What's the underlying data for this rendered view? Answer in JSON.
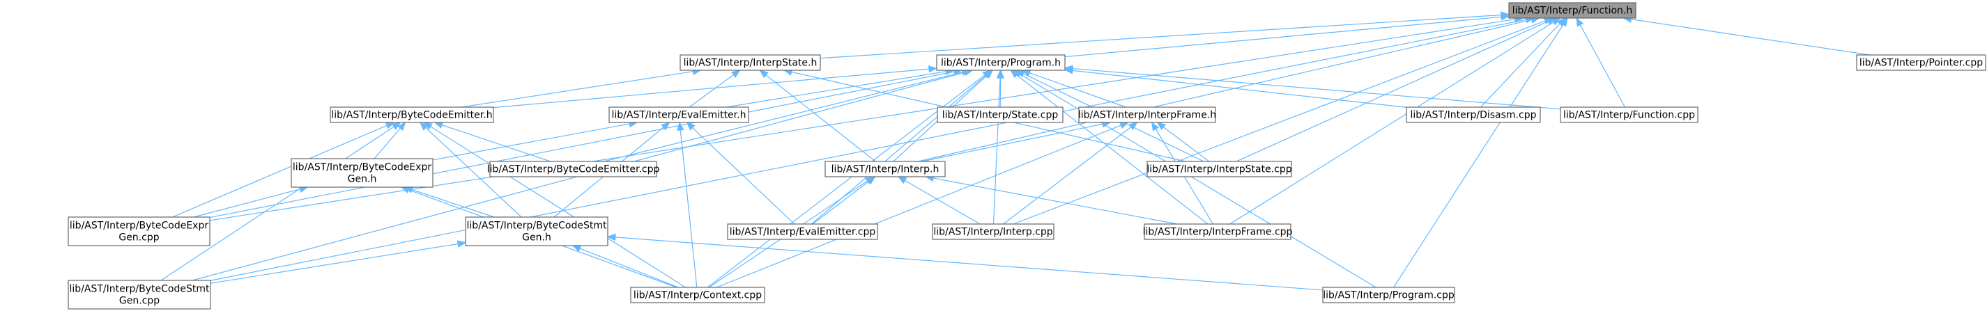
{
  "graph": {
    "nodes": [
      {
        "id": "function_h",
        "lines": [
          "lib/AST/Interp/Function.h"
        ],
        "root": true
      },
      {
        "id": "interpstate_h",
        "lines": [
          "lib/AST/Interp/InterpState.h"
        ]
      },
      {
        "id": "program_h",
        "lines": [
          "lib/AST/Interp/Program.h"
        ]
      },
      {
        "id": "pointer_cpp",
        "lines": [
          "lib/AST/Interp/Pointer.cpp"
        ]
      },
      {
        "id": "bytecodeemitter_h",
        "lines": [
          "lib/AST/Interp/ByteCodeEmitter.h"
        ]
      },
      {
        "id": "evalemitter_h",
        "lines": [
          "lib/AST/Interp/EvalEmitter.h"
        ]
      },
      {
        "id": "state_cpp",
        "lines": [
          "lib/AST/Interp/State.cpp"
        ]
      },
      {
        "id": "interpframe_h",
        "lines": [
          "lib/AST/Interp/InterpFrame.h"
        ]
      },
      {
        "id": "disasm_cpp",
        "lines": [
          "lib/AST/Interp/Disasm.cpp"
        ]
      },
      {
        "id": "function_cpp",
        "lines": [
          "lib/AST/Interp/Function.cpp"
        ]
      },
      {
        "id": "bytecodeexprgen_h",
        "lines": [
          "lib/AST/Interp/ByteCodeExpr",
          "Gen.h"
        ]
      },
      {
        "id": "bytecodeemitter_cpp",
        "lines": [
          "lib/AST/Interp/ByteCodeEmitter.cpp"
        ]
      },
      {
        "id": "interp_h",
        "lines": [
          "lib/AST/Interp/Interp.h"
        ]
      },
      {
        "id": "interpstate_cpp",
        "lines": [
          "lib/AST/Interp/InterpState.cpp"
        ]
      },
      {
        "id": "bytecodeexprgen_cpp",
        "lines": [
          "lib/AST/Interp/ByteCodeExpr",
          "Gen.cpp"
        ]
      },
      {
        "id": "bytecodestmtgen_h",
        "lines": [
          "lib/AST/Interp/ByteCodeStmt",
          "Gen.h"
        ]
      },
      {
        "id": "evalemitter_cpp",
        "lines": [
          "lib/AST/Interp/EvalEmitter.cpp"
        ]
      },
      {
        "id": "interp_cpp",
        "lines": [
          "lib/AST/Interp/Interp.cpp"
        ]
      },
      {
        "id": "interpframe_cpp",
        "lines": [
          "lib/AST/Interp/InterpFrame.cpp"
        ]
      },
      {
        "id": "bytecodestmtgen_cpp",
        "lines": [
          "lib/AST/Interp/ByteCodeStmt",
          "Gen.cpp"
        ]
      },
      {
        "id": "context_cpp",
        "lines": [
          "lib/AST/Interp/Context.cpp"
        ]
      },
      {
        "id": "program_cpp",
        "lines": [
          "lib/AST/Interp/Program.cpp"
        ]
      }
    ],
    "edges": [
      [
        "function_h",
        "interpstate_h"
      ],
      [
        "function_h",
        "program_h"
      ],
      [
        "function_h",
        "pointer_cpp"
      ],
      [
        "function_h",
        "disasm_cpp"
      ],
      [
        "function_h",
        "function_cpp"
      ],
      [
        "function_h",
        "interp_h"
      ],
      [
        "function_h",
        "interpstate_cpp"
      ],
      [
        "function_h",
        "bytecodeexprgen_cpp"
      ],
      [
        "function_h",
        "bytecodestmtgen_cpp"
      ],
      [
        "function_h",
        "interp_cpp"
      ],
      [
        "function_h",
        "interpframe_cpp"
      ],
      [
        "function_h",
        "program_cpp"
      ],
      [
        "interpstate_h",
        "bytecodeemitter_h"
      ],
      [
        "interpstate_h",
        "evalemitter_h"
      ],
      [
        "interpstate_h",
        "interp_h"
      ],
      [
        "interpstate_h",
        "interpstate_cpp"
      ],
      [
        "program_h",
        "bytecodeemitter_h"
      ],
      [
        "program_h",
        "evalemitter_h"
      ],
      [
        "program_h",
        "state_cpp"
      ],
      [
        "program_h",
        "interpframe_h"
      ],
      [
        "program_h",
        "disasm_cpp"
      ],
      [
        "program_h",
        "function_cpp"
      ],
      [
        "program_h",
        "bytecodeemitter_cpp"
      ],
      [
        "program_h",
        "interp_h"
      ],
      [
        "program_h",
        "interpstate_cpp"
      ],
      [
        "program_h",
        "bytecodeexprgen_cpp"
      ],
      [
        "program_h",
        "bytecodestmtgen_cpp"
      ],
      [
        "program_h",
        "evalemitter_cpp"
      ],
      [
        "program_h",
        "interp_cpp"
      ],
      [
        "program_h",
        "interpframe_cpp"
      ],
      [
        "program_h",
        "context_cpp"
      ],
      [
        "program_h",
        "program_cpp"
      ],
      [
        "bytecodeemitter_h",
        "bytecodeexprgen_h"
      ],
      [
        "bytecodeemitter_h",
        "bytecodeemitter_cpp"
      ],
      [
        "bytecodeemitter_h",
        "bytecodestmtgen_h"
      ],
      [
        "bytecodeemitter_h",
        "bytecodeexprgen_cpp"
      ],
      [
        "bytecodeemitter_h",
        "bytecodestmtgen_cpp"
      ],
      [
        "bytecodeemitter_h",
        "context_cpp"
      ],
      [
        "evalemitter_h",
        "bytecodeexprgen_h"
      ],
      [
        "evalemitter_h",
        "bytecodestmtgen_h"
      ],
      [
        "evalemitter_h",
        "evalemitter_cpp"
      ],
      [
        "evalemitter_h",
        "context_cpp"
      ],
      [
        "interpframe_h",
        "interp_h"
      ],
      [
        "interpframe_h",
        "interpstate_cpp"
      ],
      [
        "interpframe_h",
        "interp_cpp"
      ],
      [
        "interpframe_h",
        "interpframe_cpp"
      ],
      [
        "interpframe_h",
        "context_cpp"
      ],
      [
        "bytecodeexprgen_h",
        "bytecodestmtgen_h"
      ],
      [
        "bytecodeexprgen_h",
        "bytecodeexprgen_cpp"
      ],
      [
        "bytecodeexprgen_h",
        "context_cpp"
      ],
      [
        "interp_h",
        "evalemitter_cpp"
      ],
      [
        "interp_h",
        "interp_cpp"
      ],
      [
        "interp_h",
        "interpframe_cpp"
      ],
      [
        "interp_h",
        "context_cpp"
      ],
      [
        "bytecodestmtgen_h",
        "bytecodestmtgen_cpp"
      ],
      [
        "bytecodestmtgen_h",
        "context_cpp"
      ],
      [
        "bytecodestmtgen_h",
        "program_cpp"
      ]
    ]
  },
  "colors": {
    "edge": "#63b8ff",
    "node_border": "#666666",
    "node_fill": "#ffffff",
    "root_fill": "#999999",
    "text": "#000000"
  }
}
